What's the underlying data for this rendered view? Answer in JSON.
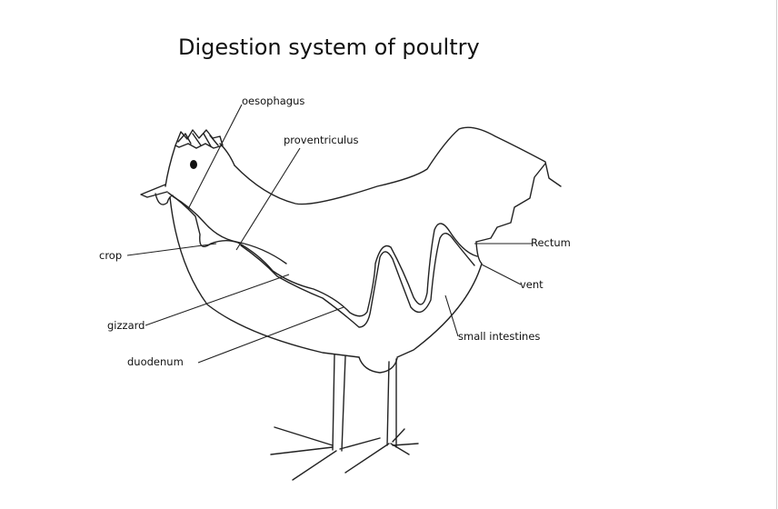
{
  "diagram": {
    "title": "Digestion system of poultry",
    "labels": {
      "oesophagus": "oesophagus",
      "proventriculus": "proventriculus",
      "crop": "crop",
      "gizzard": "gizzard",
      "duodenum": "duodenum",
      "rectum": "Rectum",
      "vent": "vent",
      "small_intestines": "small intestines"
    }
  }
}
